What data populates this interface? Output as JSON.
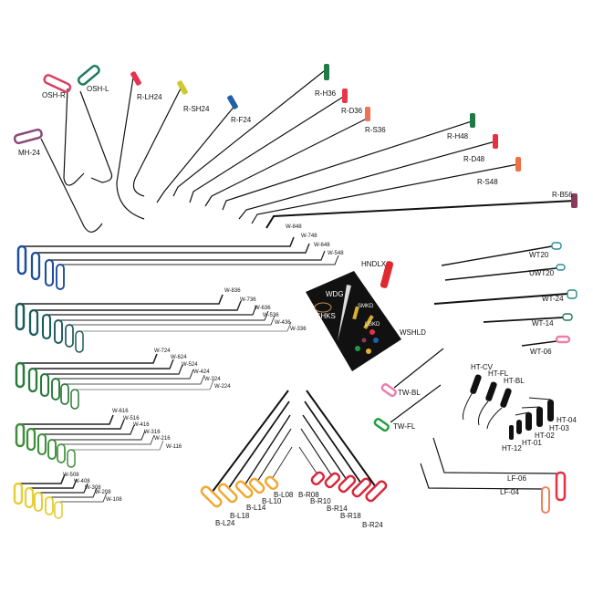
{
  "rods_top": [
    "OSH-R",
    "OSH-L",
    "MH-24",
    "R-LH24",
    "R-SH24",
    "R-F24",
    "R-H36",
    "R-D36",
    "R-S36",
    "R-H48",
    "R-D48",
    "R-S48",
    "R-B56"
  ],
  "wire_groups": [
    {
      "labels": [
        "W-848",
        "W-748",
        "W-648",
        "W-548"
      ],
      "color": "#1f4f9a"
    },
    {
      "labels": [
        "W-836",
        "W-736",
        "W-636",
        "W-536",
        "W-436",
        "W-336"
      ],
      "color": "#1d5a5a"
    },
    {
      "labels": [
        "W-724",
        "W-624",
        "W-524",
        "W-424",
        "W-324",
        "W-224"
      ],
      "color": "#2a7a3a"
    },
    {
      "labels": [
        "W-616",
        "W-516",
        "W-416",
        "W-316",
        "W-216",
        "W-116"
      ],
      "color": "#3f8f3a"
    },
    {
      "labels": [
        "W-508",
        "W-408",
        "W-308",
        "W-208",
        "W-108"
      ],
      "color": "#e6cf3a"
    }
  ],
  "blades_left": {
    "labels": [
      "B-L08",
      "B-L10",
      "B-L14",
      "B-L18",
      "B-L24"
    ],
    "color": "#f0a830"
  },
  "blades_right": {
    "labels": [
      "B-R08",
      "B-R10",
      "B-R14",
      "B-R18",
      "B-R24"
    ],
    "color": "#d8283a"
  },
  "kit": {
    "handle": "HNDLX",
    "wedge": "WDG",
    "hooks": "SHKS",
    "small_knockdown": "SMKD",
    "large_knockdown": "LGKD",
    "shield": "WSHLD"
  },
  "whale_tails": [
    "WT20",
    "UWT20",
    "WT-24",
    "WT-14",
    "WT-06"
  ],
  "t_wrenches": [
    "TW-BL",
    "TW-FL"
  ],
  "hand_tools": [
    "HT-CV",
    "HT-FL",
    "HT-BL",
    "HT-04",
    "HT-03",
    "HT-02",
    "HT-01",
    "HT-12"
  ],
  "lf_rods": [
    "LF-06",
    "LF-04"
  ],
  "colors": {
    "rod": "#111111",
    "kit_board": "#111111",
    "red": "#e83040",
    "green": "#1f7a45",
    "yellow": "#d8d030",
    "blue": "#2060a8",
    "orange": "#f07040",
    "purple": "#8a4a7a",
    "teal": "#2a8a8a",
    "pink": "#e880a8"
  }
}
